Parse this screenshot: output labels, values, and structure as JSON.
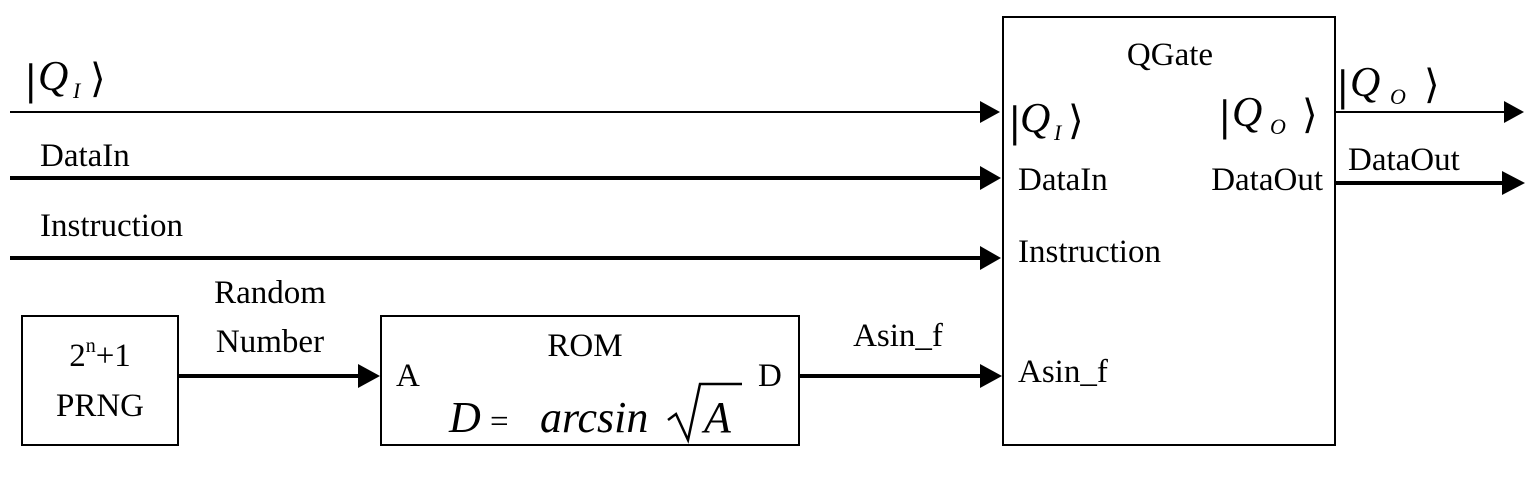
{
  "inputs": {
    "qi_letter": "Q",
    "qi_sub": "I",
    "datain": "DataIn",
    "instruction": "Instruction"
  },
  "outputs": {
    "qo_letter": "Q",
    "qo_sub": "O",
    "dataout": "DataOut"
  },
  "prng": {
    "line1_base": "2",
    "line1_sup": "n",
    "line1_rest": "+1",
    "line2": "PRNG"
  },
  "random_number": {
    "line1": "Random",
    "line2": "Number"
  },
  "rom": {
    "title": "ROM",
    "port_a": "A",
    "port_d": "D",
    "formula_lhs": "D",
    "formula_eq": "=",
    "formula_fn": "arcsin",
    "formula_arg": "A"
  },
  "asin_signal": "Asin_f",
  "qgate": {
    "title": "QGate",
    "in_q_letter": "Q",
    "in_q_sub": "I",
    "out_q_letter": "Q",
    "out_q_sub": "O",
    "in_datain": "DataIn",
    "out_dataout": "DataOut",
    "in_instruction": "Instruction",
    "in_asin": "Asin_f"
  }
}
